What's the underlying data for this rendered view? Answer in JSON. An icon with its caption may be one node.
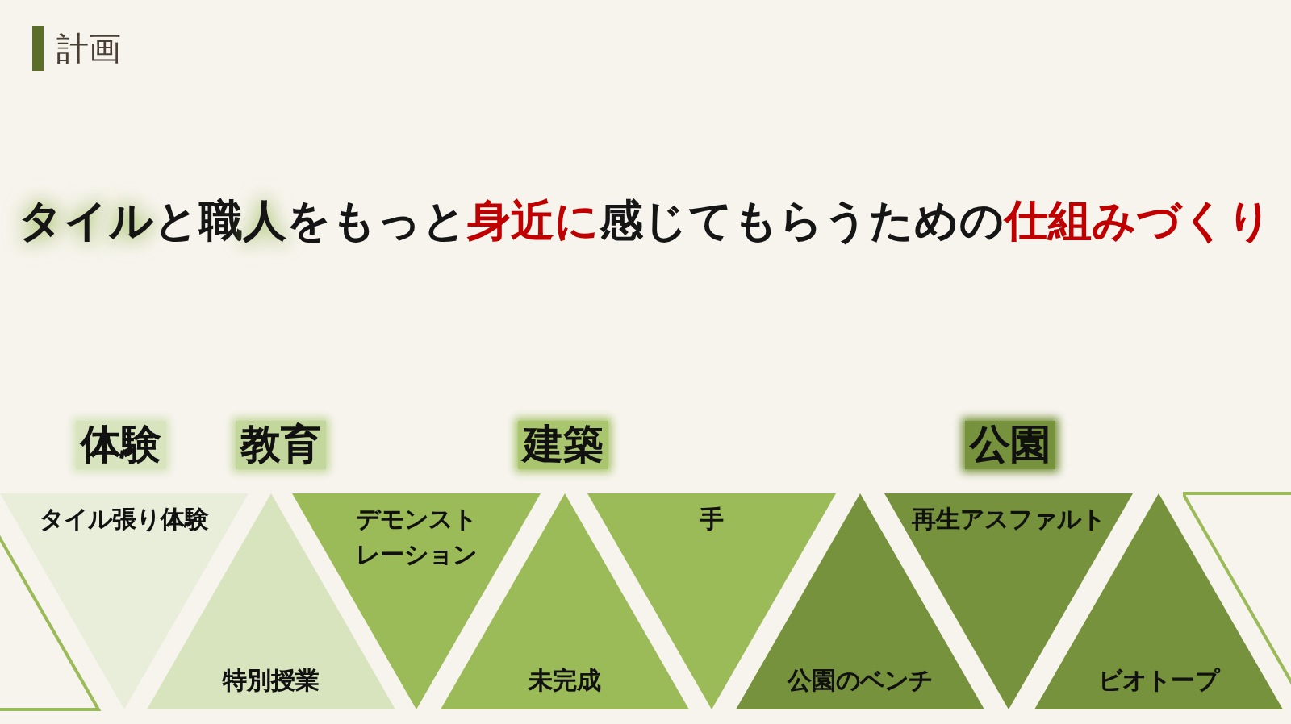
{
  "diagram": {
    "title": "計画",
    "nodes": [
      {
        "text": [],
        "shape": "triangle"
      },
      {
        "text": [
          "タイル張り体験"
        ]
      },
      {
        "text": [
          "特別授業"
        ]
      },
      {
        "text": [
          "デモンストレーション"
        ]
      },
      {
        "text": [
          "未完成"
        ]
      },
      {
        "text": [
          "手"
        ]
      },
      {
        "text": [
          "公園のベンチ"
        ]
      },
      {
        "text": [
          "再生アスファルト"
        ]
      },
      {
        "text": [
          "ビオトープ"
        ]
      },
      {
        "text": [],
        "shape": "triangle"
      }
    ],
    "labels": [
      "タイルと職人をもっと身近に感じてもらうための仕組みづくり",
      "体験",
      "教育",
      "建築",
      "公園"
    ]
  }
}
